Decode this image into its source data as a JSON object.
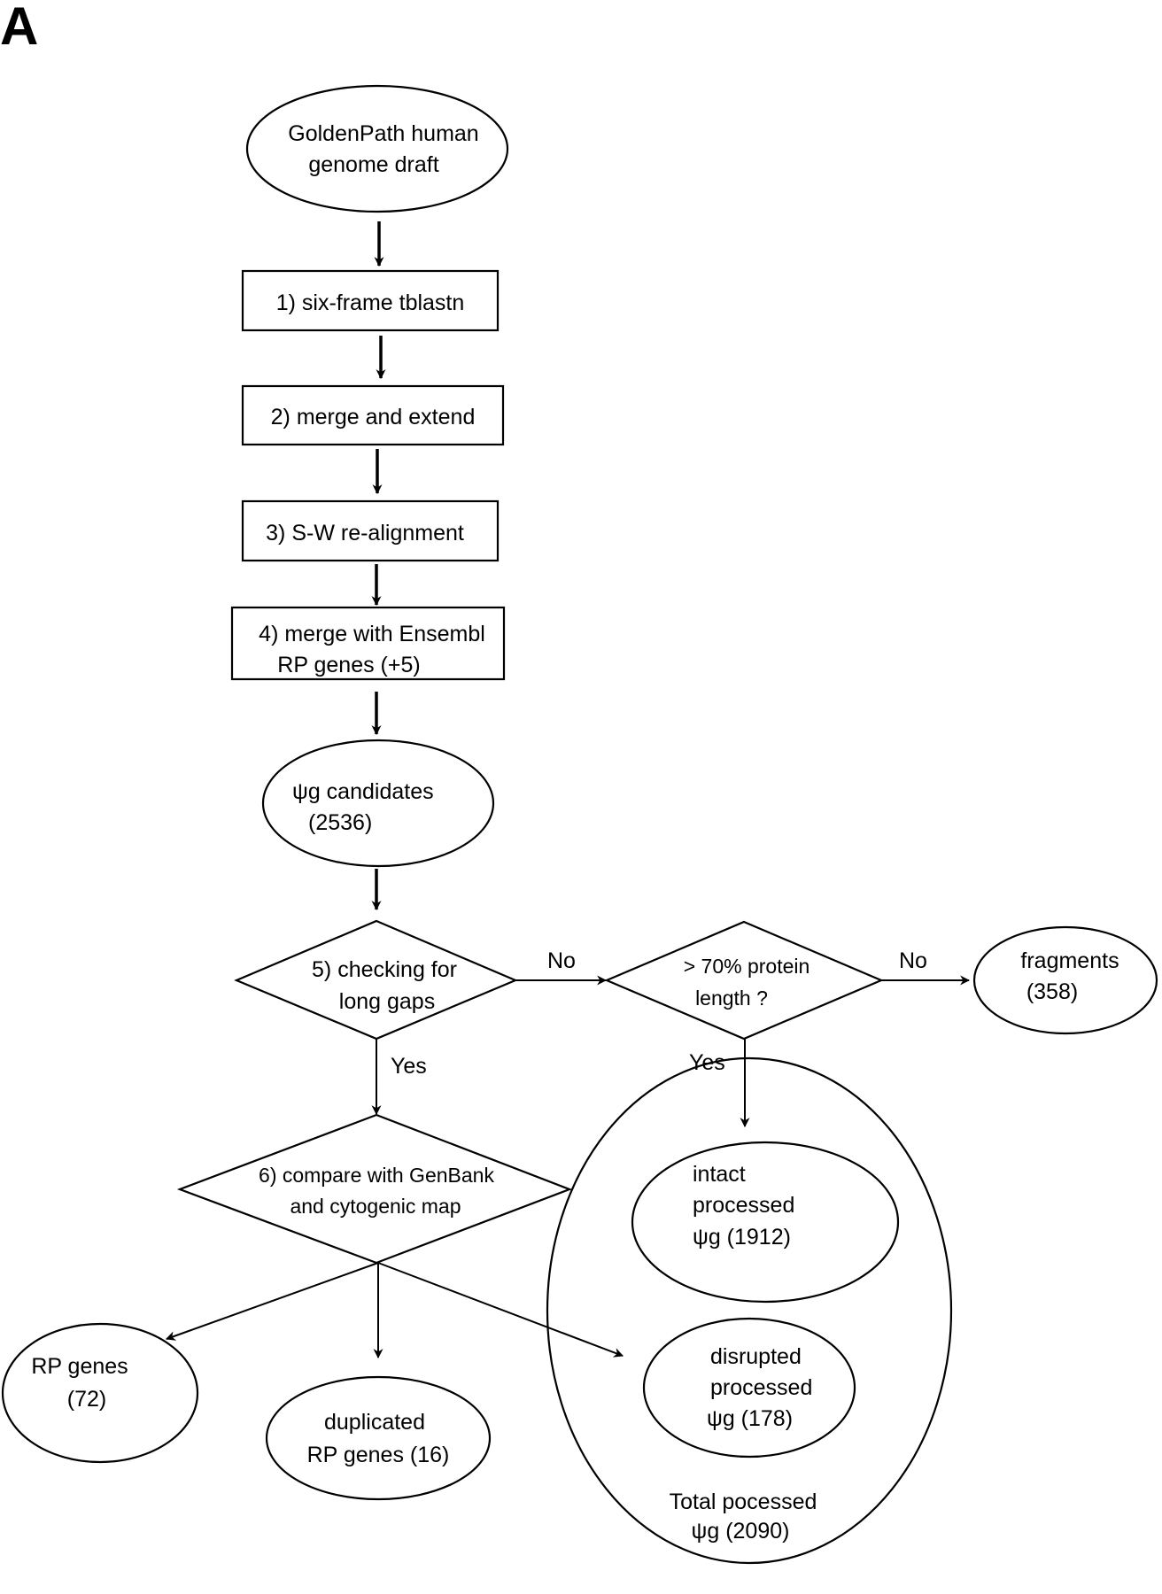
{
  "panel_label": "A",
  "nodes": {
    "source": [
      "GoldenPath human",
      "genome draft"
    ],
    "step1": "1) six-frame tblastn",
    "step2": "2) merge and extend",
    "step3": "3) S-W re-alignment",
    "step4": [
      "4) merge with Ensembl",
      "RP genes (+5)"
    ],
    "candidates": [
      "ψg candidates",
      "(2536)"
    ],
    "step5": [
      "5) checking for",
      "long gaps"
    ],
    "protein_check": [
      "> 70% protein",
      "length ?"
    ],
    "fragments": [
      "fragments",
      "(358)"
    ],
    "step6": [
      "6) compare with GenBank",
      "and cytogenic map"
    ],
    "rp_genes": [
      "RP genes",
      "(72)"
    ],
    "duplicated": [
      "duplicated",
      "RP genes (16)"
    ],
    "intact": [
      "intact",
      "processed",
      "ψg (1912)"
    ],
    "disrupted": [
      "disrupted",
      "processed",
      "ψg (178)"
    ],
    "total": [
      "Total pocessed",
      "ψg (2090)"
    ]
  },
  "edge_labels": {
    "no1": "No",
    "no2": "No",
    "yes1": "Yes",
    "yes2": "Yes"
  }
}
